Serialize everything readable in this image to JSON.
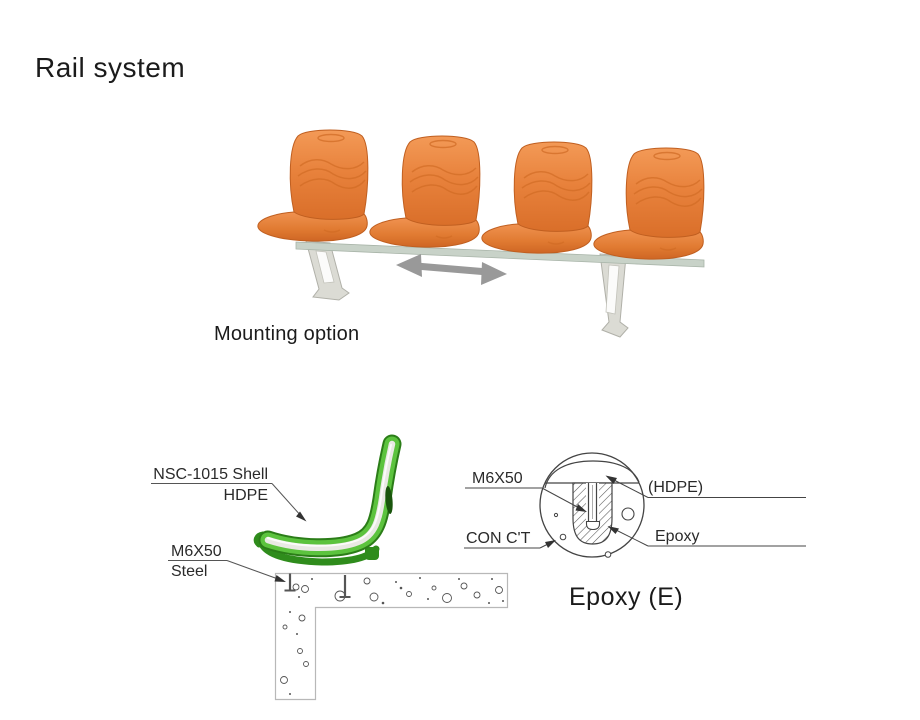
{
  "page": {
    "title": "Rail system"
  },
  "bench": {
    "caption": "Mounting option",
    "seat_count": 4,
    "arrow_icon": "slide-horizontal-arrow",
    "colors": {
      "seat_orange": "#e8823c",
      "leg_gray": "#dbdbd4",
      "rail_gray": "#c8d2c8",
      "arrow_gray": "#999999"
    }
  },
  "shell_section": {
    "labels": {
      "name": "NSC-1015 Shell",
      "material": "HDPE",
      "bolt": "M6X50",
      "bolt_material": "Steel"
    },
    "colors": {
      "shell_green": "#5cc33e",
      "shell_outline_green": "#2b7d18",
      "core_gray": "#e9e9e4"
    }
  },
  "epoxy_detail": {
    "labels": {
      "bolt": "M6X50",
      "shell": "(HDPE)",
      "concrete": "CON C'T",
      "epoxy": "Epoxy"
    },
    "caption": "Epoxy (E)"
  }
}
